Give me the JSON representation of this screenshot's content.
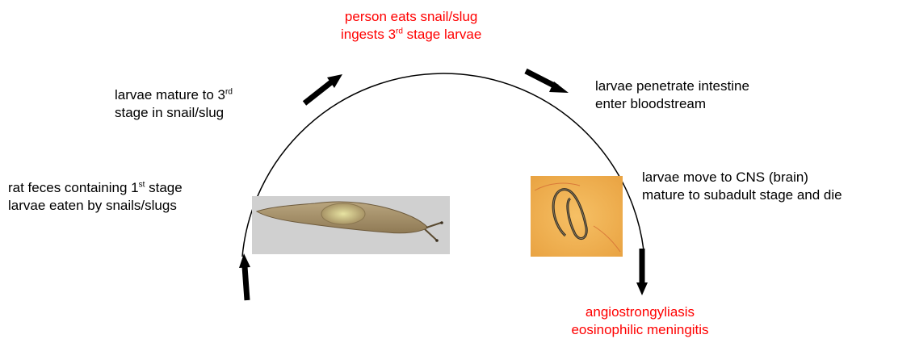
{
  "labels": {
    "top": {
      "line1": "person eats snail/slug",
      "line2_pre": "ingests 3",
      "line2_sup": "rd",
      "line2_post": " stage larvae"
    },
    "mature": {
      "line1_pre": "larvae mature to 3",
      "line1_sup": "rd",
      "line2": "stage in snail/slug"
    },
    "feces": {
      "line1_pre": "rat feces containing 1",
      "line1_sup": "st",
      "line1_post": " stage",
      "line2": "larvae eaten by snails/slugs"
    },
    "penetrate": {
      "line1": "larvae penetrate intestine",
      "line2": "enter bloodstream"
    },
    "cns": {
      "line1": "larvae move to CNS (brain)",
      "line2": "mature to subadult stage and die"
    },
    "outcome": {
      "line1": "angiostrongyliasis",
      "line2": "eosinophilic meningitis"
    }
  },
  "images": {
    "slug": "slug-photo",
    "larva": "larva-micrograph"
  },
  "colors": {
    "highlight": "#ff0000",
    "text": "#000000",
    "arc": "#000000"
  }
}
